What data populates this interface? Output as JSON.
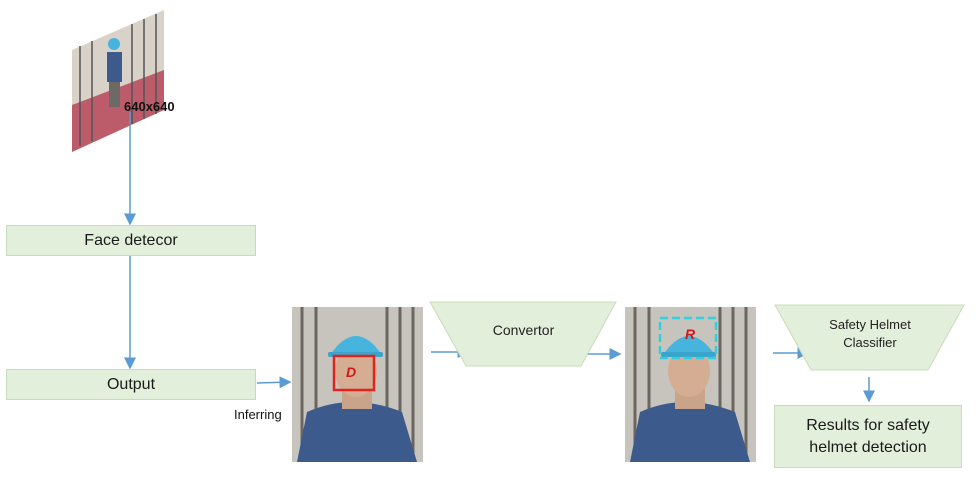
{
  "input_image": {
    "size_label": "640x640"
  },
  "nodes": {
    "face_detector": "Face detecor",
    "output": "Output",
    "convertor": "Convertor",
    "classifier_line1": "Safety Helmet",
    "classifier_line2": "Classifier",
    "results_line1": "Results for safety",
    "results_line2": "helmet detection"
  },
  "edge_labels": {
    "inferring": "Inferring"
  },
  "crop_marks": {
    "detected": "D",
    "reference": "R"
  },
  "colors": {
    "box_fill": "#e2efda",
    "arrow": "#5b9bd5",
    "detect_box": "#e0231c",
    "ref_box": "#2fd0e0",
    "helmet": "#46b4dc",
    "jacket": "#3d5a8c"
  }
}
